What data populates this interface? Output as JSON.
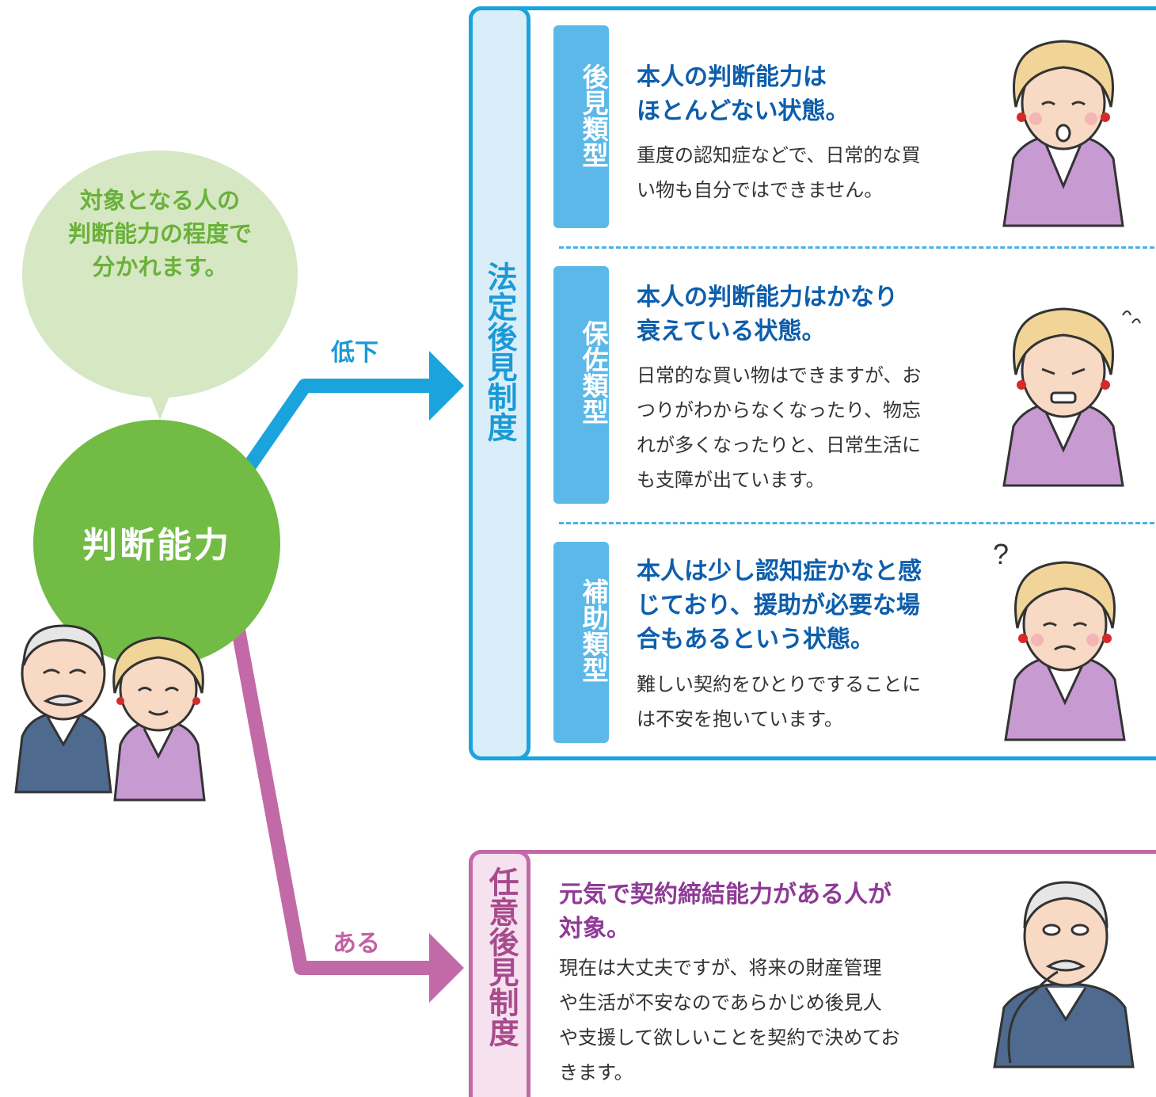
{
  "bubble": {
    "text": "対象となる人の\n判断能力の程度で\n分かれます。"
  },
  "center": {
    "label": "判断能力"
  },
  "arrows": {
    "decline": "低下",
    "present": "ある"
  },
  "statutory": {
    "title": "法定後見制度",
    "types": [
      {
        "tab": "後見類型",
        "heading": "本人の判断能力は\nほとんどない状態。",
        "body": "重度の認知症などで、日常的な買\nい物も自分ではできません。"
      },
      {
        "tab": "保佐類型",
        "heading": "本人の判断能力はかなり\n衰えている状態。",
        "body": "日常的な買い物はできますが、お\nつりがわからなくなったり、物忘\nれが多くなったりと、日常生活に\nも支障が出ています。"
      },
      {
        "tab": "補助類型",
        "heading": "本人は少し認知症かなと感\nじており、援助が必要な場\n合もあるという状態。",
        "body": "難しい契約をひとりですることに\nは不安を抱いています。"
      }
    ]
  },
  "voluntary": {
    "title": "任意後見制度",
    "heading": "元気で契約締結能力がある人が\n対象。",
    "body": "現在は大丈夫ですが、将来の財産管理\nや生活が不安なのであらかじめ後見人\nや支援して欲しいことを契約で決めてお\nきます。"
  },
  "colors": {
    "blue": "#1ba3dd",
    "green": "#72bb45",
    "purple": "#c16aa7",
    "navy": "#0d5eac"
  }
}
